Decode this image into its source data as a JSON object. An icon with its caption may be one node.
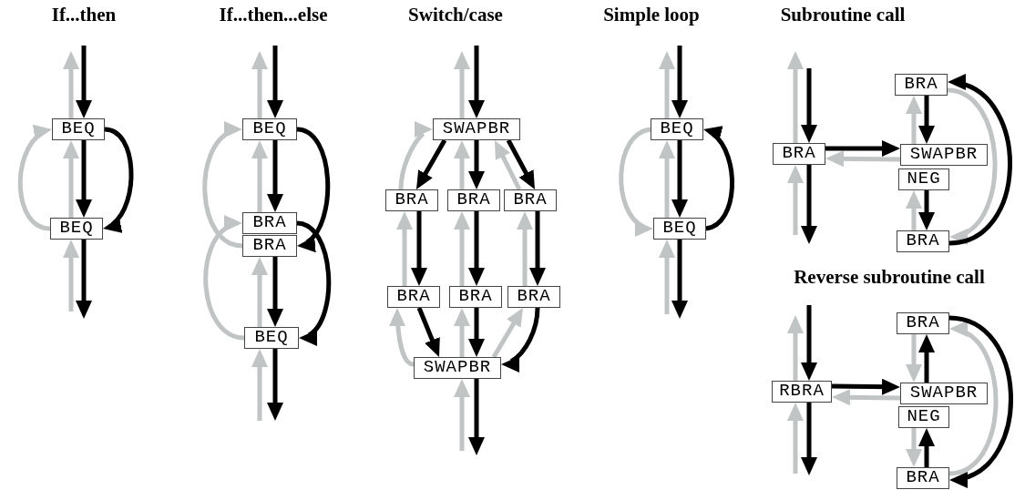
{
  "diagram": {
    "nodes": [
      {
        "text": [
          "BEQ"
        ]
      },
      {
        "text": [
          "BEQ"
        ]
      },
      {
        "text": [
          "BEQ"
        ]
      },
      {
        "text": [
          "BRA"
        ]
      },
      {
        "text": [
          "BRA"
        ]
      },
      {
        "text": [
          "BEQ"
        ]
      },
      {
        "text": [
          "SWAPBR"
        ]
      },
      {
        "text": [
          "BRA"
        ]
      },
      {
        "text": [
          "BRA"
        ]
      },
      {
        "text": [
          "BRA"
        ]
      },
      {
        "text": [
          "BRA"
        ]
      },
      {
        "text": [
          "BRA"
        ]
      },
      {
        "text": [
          "BRA"
        ]
      },
      {
        "text": [
          "SWAPBR"
        ]
      },
      {
        "text": [
          "BEQ"
        ]
      },
      {
        "text": [
          "BEQ"
        ]
      },
      {
        "text": [
          "BRA"
        ]
      },
      {
        "text": [
          "BRA"
        ]
      },
      {
        "text": [
          "SWAPBR"
        ]
      },
      {
        "text": [
          "NEG"
        ]
      },
      {
        "text": [
          "BRA"
        ]
      },
      {
        "text": [
          "RBRA"
        ]
      },
      {
        "text": [
          "BRA"
        ]
      },
      {
        "text": [
          "SWAPBR"
        ]
      },
      {
        "text": [
          "NEG"
        ]
      },
      {
        "text": [
          "BRA"
        ]
      }
    ],
    "edges": [
      {
        "from": null,
        "to": 0,
        "arrow": "to"
      },
      {
        "from": 0,
        "to": 1,
        "arrow": "to"
      },
      {
        "from": 0,
        "to": 1,
        "arrow": "to"
      },
      {
        "from": 1,
        "to": null,
        "arrow": "to"
      },
      {
        "from": null,
        "to": 1,
        "arrow": "to",
        "color": "#c0c4c4"
      },
      {
        "from": 1,
        "to": 0,
        "arrow": "to",
        "color": "#c0c4c4"
      },
      {
        "from": 1,
        "to": 0,
        "arrow": "to",
        "color": "#c0c4c4"
      },
      {
        "from": 0,
        "to": null,
        "arrow": "to",
        "color": "#c0c4c4"
      },
      {
        "from": null,
        "to": 2,
        "arrow": "to"
      },
      {
        "from": 2,
        "to": 3,
        "arrow": "to"
      },
      {
        "from": 2,
        "to": 4,
        "arrow": "to"
      },
      {
        "from": 3,
        "to": 5,
        "arrow": "to"
      },
      {
        "from": 4,
        "to": 5,
        "arrow": "to"
      },
      {
        "from": 5,
        "to": null,
        "arrow": "to"
      },
      {
        "from": null,
        "to": 5,
        "arrow": "to",
        "color": "#c0c4c4"
      },
      {
        "from": 5,
        "to": 4,
        "arrow": "to",
        "color": "#c0c4c4"
      },
      {
        "from": 5,
        "to": 3,
        "arrow": "to",
        "color": "#c0c4c4"
      },
      {
        "from": 4,
        "to": 2,
        "arrow": "to",
        "color": "#c0c4c4"
      },
      {
        "from": 3,
        "to": 2,
        "arrow": "to",
        "color": "#c0c4c4"
      },
      {
        "from": 2,
        "to": null,
        "arrow": "to",
        "color": "#c0c4c4"
      },
      {
        "from": null,
        "to": 6,
        "arrow": "to"
      },
      {
        "from": 6,
        "to": 7,
        "arrow": "to"
      },
      {
        "from": 6,
        "to": 8,
        "arrow": "to"
      },
      {
        "from": 6,
        "to": 9,
        "arrow": "to"
      },
      {
        "from": 7,
        "to": 10,
        "arrow": "to"
      },
      {
        "from": 8,
        "to": 11,
        "arrow": "to"
      },
      {
        "from": 9,
        "to": 12,
        "arrow": "to"
      },
      {
        "from": 10,
        "to": 13,
        "arrow": "to"
      },
      {
        "from": 11,
        "to": 13,
        "arrow": "to"
      },
      {
        "from": 12,
        "to": 13,
        "arrow": "to"
      },
      {
        "from": 13,
        "to": null,
        "arrow": "to"
      },
      {
        "from": null,
        "to": 13,
        "arrow": "to",
        "color": "#c0c4c4"
      },
      {
        "from": 13,
        "to": 10,
        "arrow": "to",
        "color": "#c0c4c4"
      },
      {
        "from": 13,
        "to": 11,
        "arrow": "to",
        "color": "#c0c4c4"
      },
      {
        "from": 13,
        "to": 12,
        "arrow": "to",
        "color": "#c0c4c4"
      },
      {
        "from": 10,
        "to": 7,
        "arrow": "to",
        "color": "#c0c4c4"
      },
      {
        "from": 11,
        "to": 8,
        "arrow": "to",
        "color": "#c0c4c4"
      },
      {
        "from": 12,
        "to": 9,
        "arrow": "to",
        "color": "#c0c4c4"
      },
      {
        "from": 7,
        "to": 6,
        "arrow": "to",
        "color": "#c0c4c4"
      },
      {
        "from": 8,
        "to": 6,
        "arrow": "to",
        "color": "#c0c4c4"
      },
      {
        "from": 9,
        "to": 6,
        "arrow": "to",
        "color": "#c0c4c4"
      },
      {
        "from": 6,
        "to": null,
        "arrow": "to",
        "color": "#c0c4c4"
      },
      {
        "from": null,
        "to": 14,
        "arrow": "to"
      },
      {
        "from": 14,
        "to": 15,
        "arrow": "to"
      },
      {
        "from": 15,
        "to": 14,
        "arrow": "to"
      },
      {
        "from": 15,
        "to": null,
        "arrow": "to"
      },
      {
        "from": null,
        "to": 15,
        "arrow": "to",
        "color": "#c0c4c4"
      },
      {
        "from": 15,
        "to": 14,
        "arrow": "to",
        "color": "#c0c4c4"
      },
      {
        "from": 14,
        "to": 15,
        "arrow": "to",
        "color": "#c0c4c4"
      },
      {
        "from": 14,
        "to": null,
        "arrow": "to",
        "color": "#c0c4c4"
      },
      {
        "from": null,
        "to": 16,
        "arrow": "to"
      },
      {
        "from": 16,
        "to": null,
        "arrow": "to"
      },
      {
        "from": 16,
        "to": 18,
        "arrow": "to"
      },
      {
        "from": 17,
        "to": 18,
        "arrow": "to"
      },
      {
        "from": 19,
        "to": 20,
        "arrow": "to"
      },
      {
        "from": 20,
        "to": 17,
        "arrow": "to"
      },
      {
        "from": null,
        "to": 16,
        "arrow": "to",
        "color": "#c0c4c4"
      },
      {
        "from": 16,
        "to": null,
        "arrow": "to",
        "color": "#c0c4c4"
      },
      {
        "from": 18,
        "to": 16,
        "arrow": "to",
        "color": "#c0c4c4"
      },
      {
        "from": 18,
        "to": 17,
        "arrow": "to",
        "color": "#c0c4c4"
      },
      {
        "from": 20,
        "to": 19,
        "arrow": "to",
        "color": "#c0c4c4"
      },
      {
        "from": 17,
        "to": 20,
        "arrow": "to",
        "color": "#c0c4c4"
      },
      {
        "from": null,
        "to": 21,
        "arrow": "to"
      },
      {
        "from": 21,
        "to": null,
        "arrow": "to"
      },
      {
        "from": 21,
        "to": 23,
        "arrow": "to"
      },
      {
        "from": 23,
        "to": 22,
        "arrow": "to"
      },
      {
        "from": 25,
        "to": 24,
        "arrow": "to"
      },
      {
        "from": 22,
        "to": 25,
        "arrow": "to"
      },
      {
        "from": null,
        "to": 21,
        "arrow": "to",
        "color": "#c0c4c4"
      },
      {
        "from": 21,
        "to": null,
        "arrow": "to",
        "color": "#c0c4c4"
      },
      {
        "from": 23,
        "to": 21,
        "arrow": "to",
        "color": "#c0c4c4"
      },
      {
        "from": 22,
        "to": 23,
        "arrow": "to",
        "color": "#c0c4c4"
      },
      {
        "from": 24,
        "to": 25,
        "arrow": "to",
        "color": "#c0c4c4"
      },
      {
        "from": 25,
        "to": 22,
        "arrow": "to",
        "color": "#c0c4c4"
      }
    ],
    "labels": [
      "If...then",
      "If...then...else",
      "Switch/case",
      "Simple loop",
      "Subroutine call",
      "Reverse subroutine call"
    ]
  }
}
